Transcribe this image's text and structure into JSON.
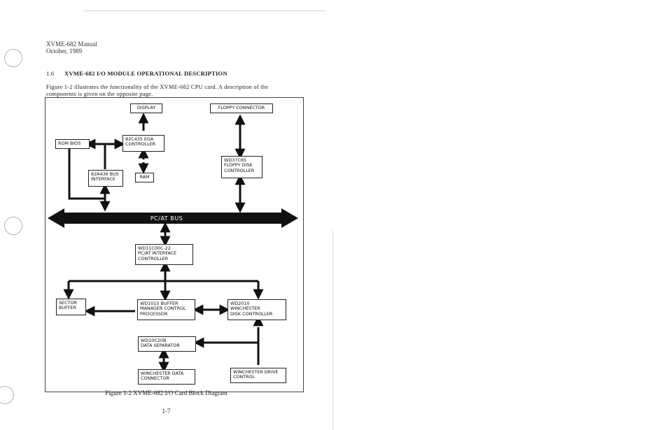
{
  "header": {
    "line1": "XVME-682 Manual",
    "line2": "October, 1989"
  },
  "section": {
    "number": "1.6",
    "title": "XVME-682 I/O MODULE OPERATIONAL DESCRIPTION"
  },
  "intro": {
    "line1": "Figure 1-2 illustrates the functionality of the XVME-682 CPU card.  A description of the",
    "line2": "components is given on the opposite page."
  },
  "diagram": {
    "display": "DISPLAY",
    "floppy_connector": "FLOPPY CONNECTOR",
    "rom_bios": "ROM BIOS",
    "ega_controller": [
      "82C435 EGA",
      "CONTROLLER"
    ],
    "bus_interface": [
      "82A436 BUS",
      "INTERFACE"
    ],
    "ram": "RAM",
    "floppy_controller": [
      "WD37C65",
      "FLOPPY DISK",
      "CONTROLLER"
    ],
    "bus_label": "PC/AT BUS",
    "at_interface": [
      "WD11C00C-22",
      "PC/AT INTERFACE",
      "CONTROLLER"
    ],
    "sector_buffer": [
      "SECTOR",
      "BUFFER"
    ],
    "buffer_manager": [
      "WD1015 BUFFER",
      "MANAGER CONTROL",
      "PROCESSOR"
    ],
    "winchester_controller": [
      "WD2010",
      "WINCHESTER",
      "DISK CONTROLLER"
    ],
    "data_separator": [
      "WD10C20B",
      "DATA SEPARATOR"
    ],
    "winchester_data_connector": [
      "WINCHESTER DATA",
      "CONNECTOR"
    ],
    "winchester_drive_control": [
      "WINCHESTER DRIVE",
      "CONTROL"
    ]
  },
  "caption": "Figure 1-2  XVME-682 I/O Card Block Diagram",
  "page_number": "1-7"
}
